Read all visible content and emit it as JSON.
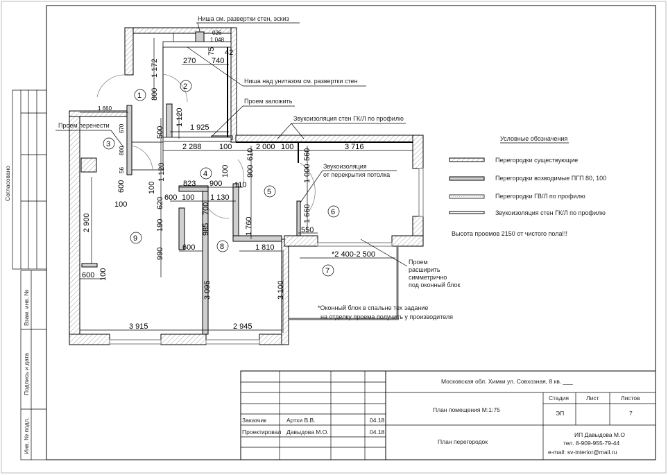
{
  "side_stamp": {
    "agreed": "Согласовано",
    "replaced_inv": "Взам. инв. №",
    "signature_date": "Подпись и дата",
    "inv_original": "Инв. № подл."
  },
  "title_block": {
    "address": "Московская обл. Химки ул. Совхозная, 8 кв. ___",
    "plan_title": "План помещения М:1:75",
    "sheet_title": "План перегородок",
    "stage_label": "Стадия",
    "sheet_label": "Лист",
    "sheets_label": "Листов",
    "stage_value": "ЭП",
    "sheet_value": "",
    "sheets_value": "7",
    "company": "ИП Давыдова М.О",
    "phone": "тел. 8-909-955-79-44",
    "email": "e-mail:   sv-interior@mail.ru",
    "rows": [
      {
        "role": "Заказчик",
        "name": "Артхи В.В.",
        "date": "04.18"
      },
      {
        "role": "Проектировал",
        "name": "Давыдова М.О.",
        "date": "04.18"
      }
    ]
  },
  "legend": {
    "title": "Условные обозначения",
    "items": [
      "Перегородки существующие",
      "Перегородки возводимые ПГП 80, 100",
      "Перегородки ГВ/Л по профилю",
      "Звукоизоляция стен ГК/Л по профилю"
    ],
    "height_note": "Высота проемов 2150 от чистого пола!!!"
  },
  "notes": {
    "niche_sketch": "Ниша  см. развертки стен, эскиз",
    "niche_toilet": "Ниша над унитазом см. развертки стен",
    "opening_close": "Проем заложить",
    "soundproof_walls": "Звукоизоляция стен ГК/Л по профилю",
    "opening_move": "Проем перенести",
    "soundproof_ceiling_1": "Звукоизоляция",
    "soundproof_ceiling_2": "от перекрытия потолка",
    "widen_1": "Проем",
    "widen_2": "расширить",
    "widen_3": "симметрично",
    "widen_4": "под оконный блок",
    "window_note_1": "*Оконный блок в спальне тех задание",
    "window_note_2": "на отделку проема получить у производителя"
  },
  "rooms": [
    "1",
    "2",
    "3",
    "4",
    "5",
    "6",
    "7",
    "8",
    "9"
  ],
  "dimensions": [
    "1 172",
    "800",
    "270",
    "740",
    "75",
    "42",
    "026",
    "1 048",
    "1 120",
    "1 925",
    "500",
    "2 288",
    "100",
    "2 000",
    "100",
    "610",
    "560",
    "3 716",
    "1 660",
    "670",
    "800",
    "56",
    "900",
    "1 000",
    "1 120",
    "100",
    "823",
    "900",
    "100",
    "110",
    "600",
    "600",
    "100",
    "1 130",
    "620",
    "700",
    "100",
    "190",
    "985",
    "1 760",
    "1 660",
    "550",
    "2 900",
    "990",
    "600",
    "1 810",
    "*2 400-2 500",
    "600",
    "100",
    "3 095",
    "3 100",
    "3 915",
    "2 945"
  ]
}
